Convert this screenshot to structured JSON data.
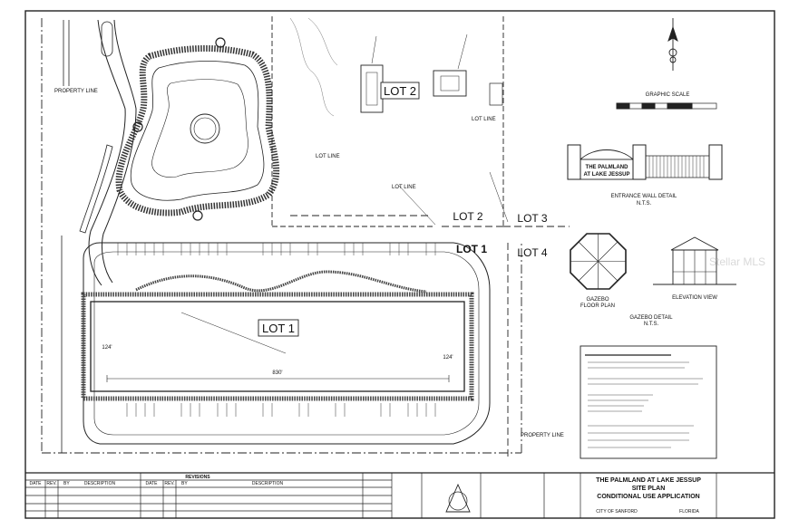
{
  "lots": {
    "lot1_building": "LOT 1",
    "lot1_east": "LOT 1",
    "lot2_north": "LOT 2",
    "lot2_mid": "LOT 2",
    "lot3": "LOT 3",
    "lot4": "LOT 4"
  },
  "details": {
    "graphic_scale": "GRAPHIC SCALE",
    "sign_line1": "THE PALMLAND",
    "sign_line2": "AT LAKE JESSUP",
    "entrance_wall": "ENTRANCE WALL DETAIL",
    "nts1": "N.T.S.",
    "gazebo_plan1": "GAZEBO",
    "gazebo_plan2": "FLOOR PLAN",
    "elevation_view": "ELEVATION VIEW",
    "gazebo_detail": "GAZEBO DETAIL",
    "nts2": "N.T.S."
  },
  "callouts": {
    "property_line_w": "PROPERTY LINE",
    "property_line_e": "PROPERTY LINE",
    "lot_line_1": "LOT LINE",
    "lot_line_2": "LOT LINE",
    "lot_line_3": "LOT LINE",
    "dim_building_length": "830'",
    "dim_building_width": "124'",
    "dim_building_width_e": "124'"
  },
  "title_block": {
    "revisions_label": "REVISIONS",
    "col_date": "DATE",
    "col_rev": "REV.",
    "col_by": "BY",
    "col_description": "DESCRIPTION",
    "project_line1": "THE PALMLAND AT LAKE JESSUP",
    "project_line2": "SITE PLAN",
    "project_line3": "CONDITIONAL USE APPLICATION",
    "city": "CITY OF SANFORD",
    "state": "FLORIDA"
  },
  "watermark": "Stellar MLS"
}
